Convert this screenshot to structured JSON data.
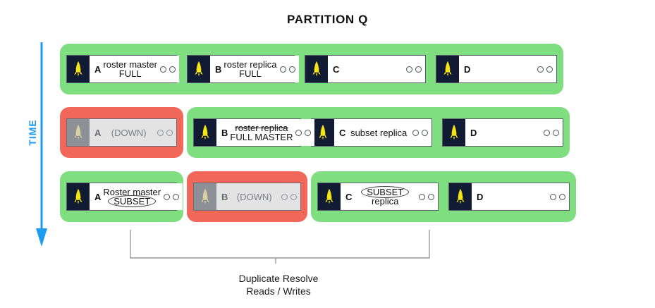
{
  "title": "PARTITION Q",
  "time_axis": {
    "label": "TIME",
    "color": "#1d9bf0",
    "direction": "down"
  },
  "colors": {
    "group_up": "#7ede80",
    "group_down": "#f1685a",
    "node_icon_bg": "#111c34",
    "node_icon_bg_offline": "#8d9097",
    "node_body_offline": "#e3e3e3",
    "icon_glyph": "#f5e513",
    "icon_glyph_offline": "#d8d2a0",
    "accent_blue": "#1d9bf0"
  },
  "icon_name": "rocket-icon",
  "rows": [
    {
      "name": "row-1",
      "groups": [
        {
          "state": "up",
          "nodes": [
            {
              "letter": "A",
              "line1": "roster master",
              "line2": "FULL",
              "line1_strike": false,
              "line2_circled": false,
              "offline": false,
              "dots": 2,
              "width": "w-a"
            },
            {
              "letter": "B",
              "line1": "roster replica",
              "line2": "FULL",
              "line1_strike": false,
              "line2_circled": false,
              "offline": false,
              "dots": 2,
              "width": "w-b"
            },
            {
              "letter": "C",
              "line1": "",
              "line2": "",
              "line1_strike": false,
              "line2_circled": false,
              "offline": false,
              "dots": 2,
              "width": "w-c"
            },
            {
              "letter": "D",
              "line1": "",
              "line2": "",
              "line1_strike": false,
              "line2_circled": false,
              "offline": false,
              "dots": 2,
              "width": "w-c"
            }
          ]
        }
      ]
    },
    {
      "name": "row-2",
      "groups": [
        {
          "state": "down",
          "nodes": [
            {
              "letter": "A",
              "line1": "",
              "line2": "(DOWN)",
              "line1_strike": false,
              "line2_circled": false,
              "offline": true,
              "dots": 2,
              "width": "w-a"
            }
          ]
        },
        {
          "state": "up",
          "nodes": [
            {
              "letter": "B",
              "line1": "roster replica",
              "line2": "FULL MASTER",
              "line1_strike": true,
              "line2_circled": false,
              "offline": false,
              "dots": 2,
              "width": "w-b"
            },
            {
              "letter": "C",
              "line1": "",
              "line2": "subset replica",
              "line1_strike": false,
              "line2_circled": false,
              "offline": false,
              "dots": 2,
              "width": "w-c"
            },
            {
              "letter": "D",
              "line1": "",
              "line2": "",
              "line1_strike": false,
              "line2_circled": false,
              "offline": false,
              "dots": 2,
              "width": "w-c"
            }
          ]
        }
      ]
    },
    {
      "name": "row-3",
      "groups": [
        {
          "state": "up",
          "nodes": [
            {
              "letter": "A",
              "line1": "Roster master",
              "line2": "SUBSET",
              "line1_strike": false,
              "line2_circled": true,
              "offline": false,
              "dots": 2,
              "width": "w-a"
            }
          ]
        },
        {
          "state": "down",
          "nodes": [
            {
              "letter": "B",
              "line1": "",
              "line2": "(DOWN)",
              "line1_strike": false,
              "line2_circled": false,
              "offline": true,
              "dots": 2,
              "width": "w-b"
            }
          ]
        },
        {
          "state": "up",
          "nodes": [
            {
              "letter": "C",
              "line1": "SUBSET",
              "line2": "replica",
              "line1_strike": false,
              "line1_circled": true,
              "line2_circled": false,
              "offline": false,
              "dots": 2,
              "width": "w-c"
            },
            {
              "letter": "D",
              "line1": "",
              "line2": "",
              "line1_strike": false,
              "line2_circled": false,
              "offline": false,
              "dots": 2,
              "width": "w-c"
            }
          ]
        }
      ]
    }
  ],
  "bracket": {
    "caption_line1": "Duplicate Resolve",
    "caption_line2": "Reads / Writes",
    "stroke": "#9a9a9a"
  }
}
